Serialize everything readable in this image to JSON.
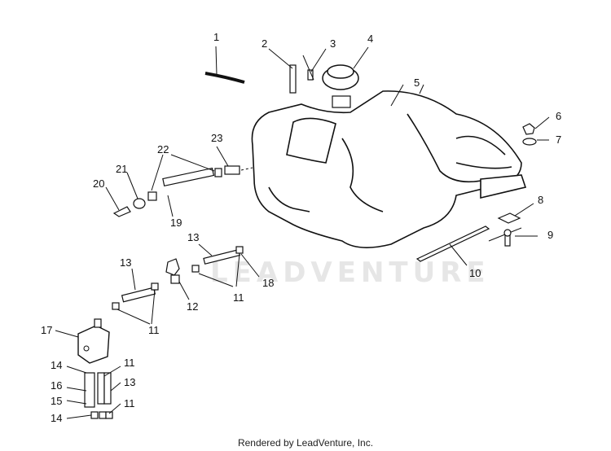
{
  "diagram": {
    "callouts": [
      {
        "id": "c1",
        "label": "1"
      },
      {
        "id": "c2",
        "label": "2"
      },
      {
        "id": "c3",
        "label": "3"
      },
      {
        "id": "c4",
        "label": "4"
      },
      {
        "id": "c5",
        "label": "5"
      },
      {
        "id": "c6",
        "label": "6"
      },
      {
        "id": "c7",
        "label": "7"
      },
      {
        "id": "c8",
        "label": "8"
      },
      {
        "id": "c9",
        "label": "9"
      },
      {
        "id": "c10",
        "label": "10"
      },
      {
        "id": "c11a",
        "label": "11"
      },
      {
        "id": "c11b",
        "label": "11"
      },
      {
        "id": "c11c",
        "label": "11"
      },
      {
        "id": "c11d",
        "label": "11"
      },
      {
        "id": "c12",
        "label": "12"
      },
      {
        "id": "c13a",
        "label": "13"
      },
      {
        "id": "c13b",
        "label": "13"
      },
      {
        "id": "c13c",
        "label": "13"
      },
      {
        "id": "c14a",
        "label": "14"
      },
      {
        "id": "c14b",
        "label": "14"
      },
      {
        "id": "c15",
        "label": "15"
      },
      {
        "id": "c16",
        "label": "16"
      },
      {
        "id": "c17",
        "label": "17"
      },
      {
        "id": "c18",
        "label": "18"
      },
      {
        "id": "c19",
        "label": "19"
      },
      {
        "id": "c20",
        "label": "20"
      },
      {
        "id": "c21",
        "label": "21"
      },
      {
        "id": "c22",
        "label": "22"
      },
      {
        "id": "c23",
        "label": "23"
      }
    ]
  },
  "watermark": {
    "text": "LEADVENTURE"
  },
  "footer": {
    "text": "Rendered by LeadVenture, Inc."
  }
}
